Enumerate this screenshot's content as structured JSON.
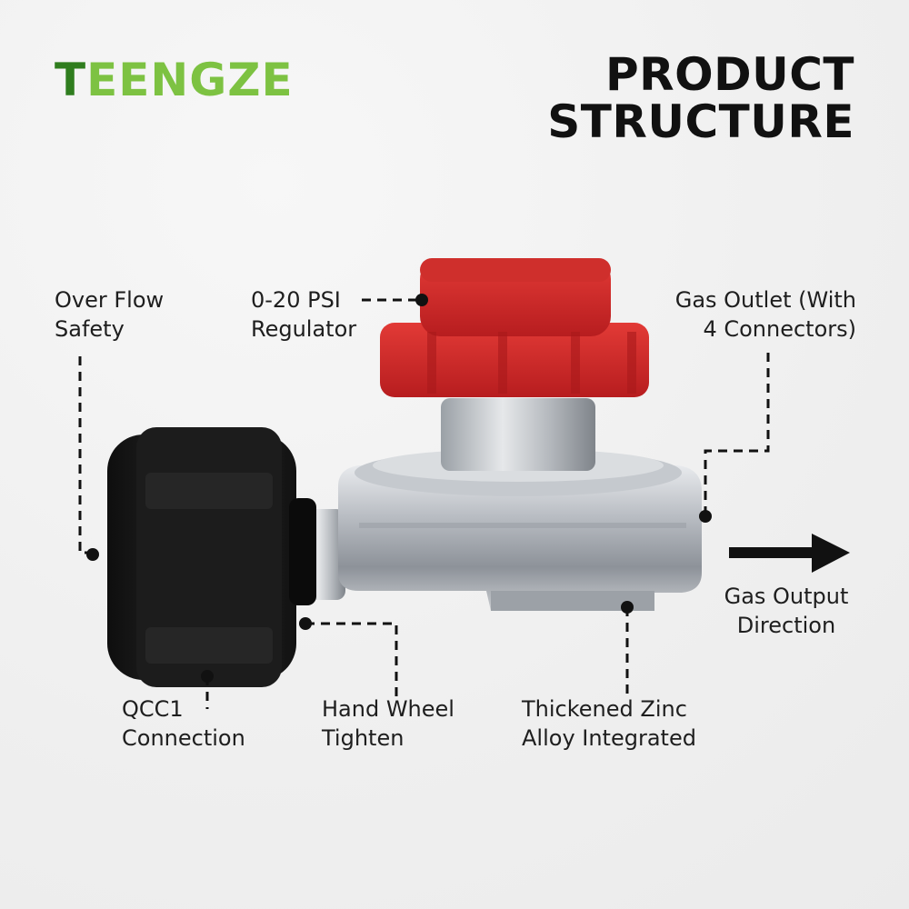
{
  "brand": {
    "prefix": "T",
    "rest": "EENGZE"
  },
  "title": {
    "line1": "PRODUCT",
    "line2": "STRUCTURE"
  },
  "labels": {
    "over_flow": {
      "line1": "Over Flow",
      "line2": "Safety"
    },
    "regulator": {
      "line1": "0-20 PSI",
      "line2": "Regulator"
    },
    "gas_outlet": {
      "line1": "Gas Outlet (With",
      "line2": "4 Connectors)"
    },
    "gas_output": {
      "line1": "Gas Output",
      "line2": "Direction"
    },
    "qcc1": {
      "line1": "QCC1",
      "line2": "Connection"
    },
    "hand_wheel": {
      "line1": "Hand Wheel",
      "line2": "Tighten"
    },
    "zinc": {
      "line1": "Thickened Zinc",
      "line2": "Alloy Integrated"
    }
  },
  "colors": {
    "brand_dark": "#2f7d1e",
    "brand_light": "#7dc242",
    "knob_red": "#d42a2a",
    "body_silver": "#b8bcc2",
    "fitting_black": "#1a1a1a"
  }
}
